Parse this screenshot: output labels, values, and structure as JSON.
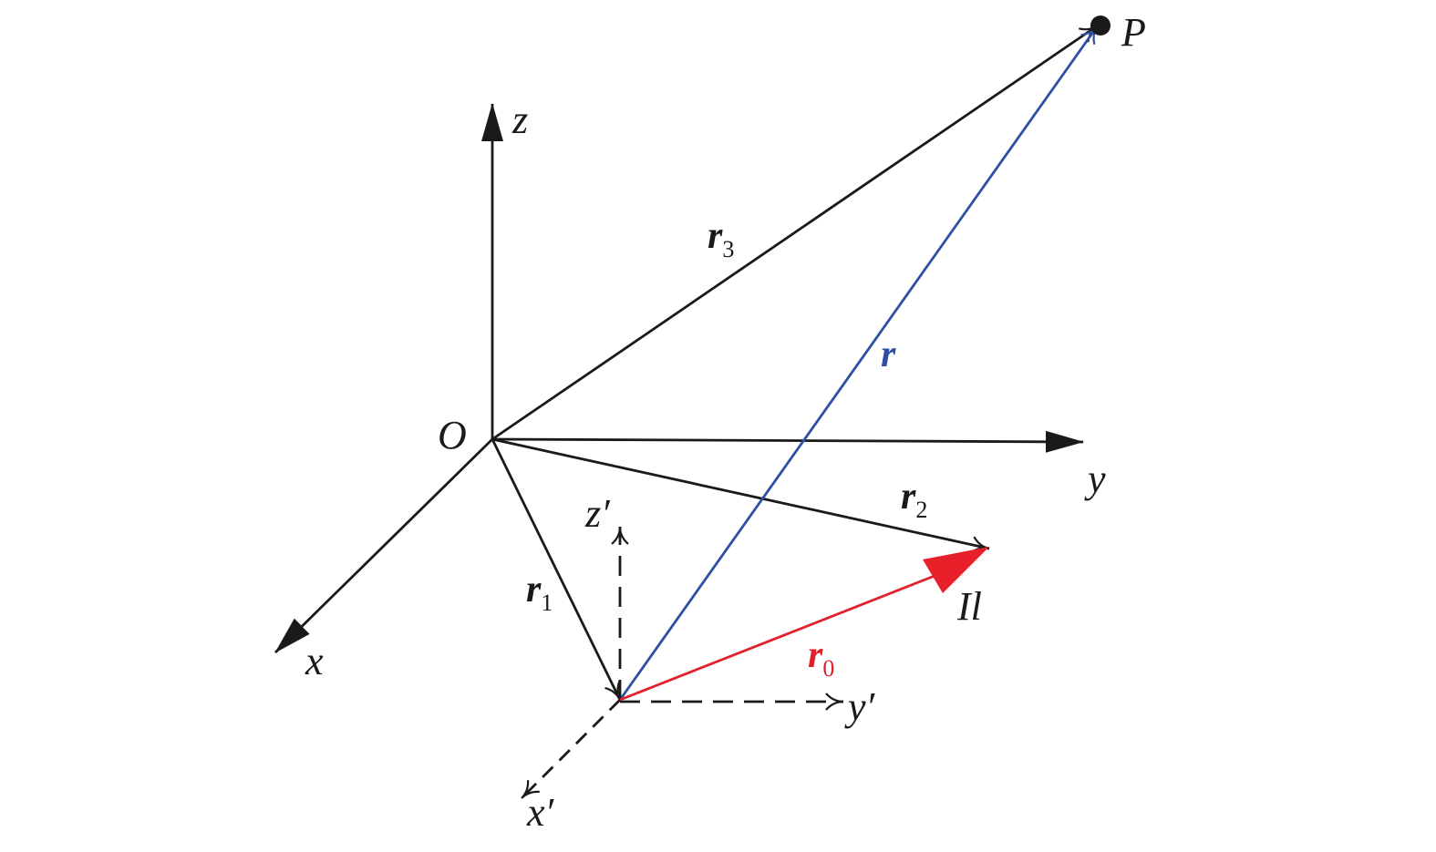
{
  "colors": {
    "axis": "#1a1a1a",
    "r": "#2e4fa3",
    "r0": "#e0202a",
    "current": "#e8202a"
  },
  "labels": {
    "origin": "O",
    "x": "x",
    "y": "y",
    "z": "z",
    "x_prime": "x′",
    "y_prime": "y′",
    "z_prime": "z′",
    "point": "P",
    "current_element": "Il"
  },
  "vectors": {
    "r1": {
      "base": "r",
      "sub": "1"
    },
    "r2": {
      "base": "r",
      "sub": "2"
    },
    "r3": {
      "base": "r",
      "sub": "3"
    },
    "r0": {
      "base": "r",
      "sub": "0"
    },
    "r": {
      "base": "r"
    }
  }
}
